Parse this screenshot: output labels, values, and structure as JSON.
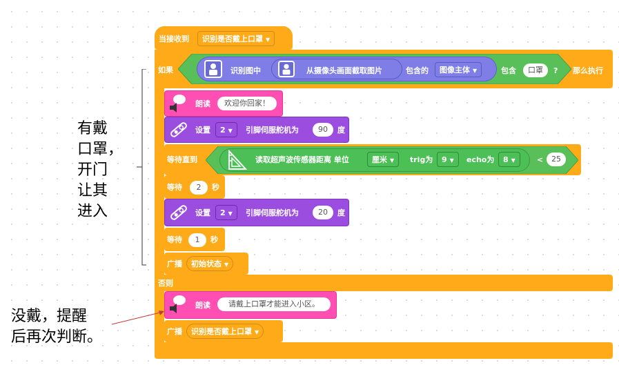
{
  "event": {
    "label": "当接收到",
    "message": "识别是否戴上口罩"
  },
  "if_block": {
    "if_label": "如果",
    "recognize_label": "识别图中",
    "capture_label": "从摄像头画面截取图片",
    "contains_of_label": "包含的",
    "subject_value": "图像主体",
    "contains_label": "包含",
    "mask_text": "口罩",
    "question": "?",
    "then_label": "那么执行"
  },
  "speak1": {
    "label": "朗读",
    "text": "欢迎你回家！"
  },
  "servo1": {
    "set_label": "设置",
    "pin": "2",
    "pin_label": "引脚伺服舵机为",
    "angle": "90",
    "unit": "度"
  },
  "wait_until": {
    "label": "等待直到",
    "read_label": "读取超声波传感器距离 单位",
    "unit_value": "厘米",
    "trig_label": "trig为",
    "trig_value": "9",
    "echo_label": "echo为",
    "echo_value": "8",
    "compare": "<",
    "threshold": "25"
  },
  "wait1": {
    "label": "等待",
    "value": "2",
    "unit": "秒"
  },
  "servo2": {
    "set_label": "设置",
    "pin": "2",
    "pin_label": "引脚伺服舵机为",
    "angle": "20",
    "unit": "度"
  },
  "wait2": {
    "label": "等待",
    "value": "1",
    "unit": "秒"
  },
  "broadcast1": {
    "label": "广播",
    "message": "初始状态"
  },
  "else_label": "否则",
  "speak2": {
    "label": "朗读",
    "text": "请戴上口罩才能进入小区。"
  },
  "broadcast2": {
    "label": "广播",
    "message": "识别是否戴上口罩"
  },
  "annotations": {
    "mask_on": "有戴\n口罩，\n开门\n让其\n进入",
    "mask_off": "没戴，提醒\n后再次判断。"
  },
  "colors": {
    "control": "#ffab19",
    "ai": "#7e7ee6",
    "speech": "#ff4fb3",
    "servo": "#9b4de0",
    "operator": "#59c059",
    "sensor": "#4cbf56"
  }
}
